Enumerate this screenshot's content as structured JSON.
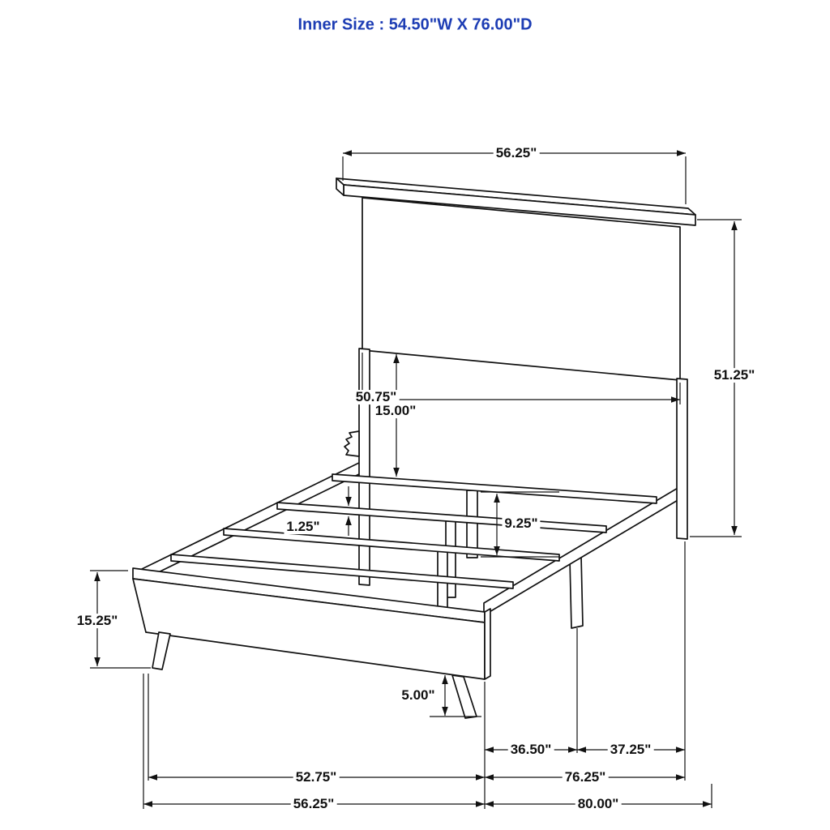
{
  "title": {
    "text": "Inner Size : 54.50\"W X 76.00\"D",
    "color": "#1d3db4"
  },
  "colors": {
    "line": "#111111",
    "background": "#ffffff"
  },
  "dimensions": {
    "headboard_width_top": "56.25\"",
    "headboard_height": "51.25\"",
    "headboard_inner_width": "50.75\"",
    "headboard_panel_to_slats": "15.00\"",
    "slat_thickness": "1.25\"",
    "support_leg_height": "9.25\"",
    "footboard_height": "15.25\"",
    "underbed_clearance": "5.00\"",
    "rail_span_rear": "36.50\"",
    "rail_span_front": "37.25\"",
    "slat_area_depth": "52.75\"",
    "rail_length": "76.25\"",
    "footboard_width": "56.25\"",
    "overall_depth": "80.00\""
  }
}
